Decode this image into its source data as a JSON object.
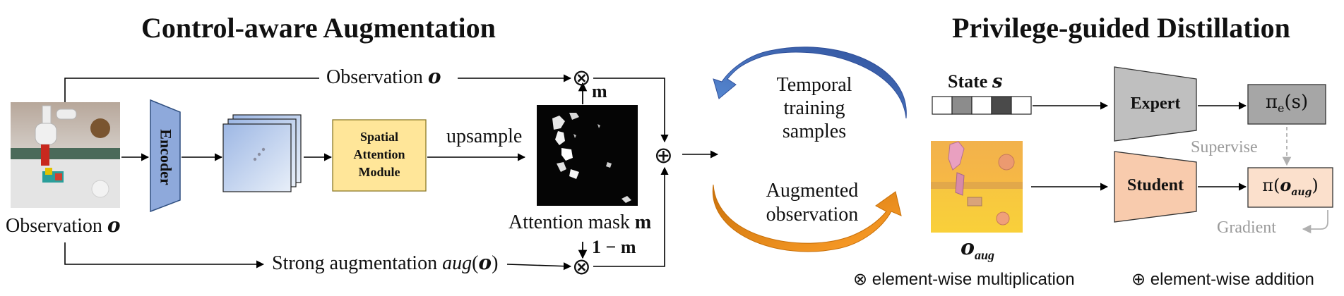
{
  "left_title": "Control-aware Augmentation",
  "right_title": "Privilege-guided Distillation",
  "left": {
    "observation_top": "Observation",
    "observation_top_var": "o",
    "observation_bottom": "Observation",
    "observation_bottom_var": "o",
    "encoder": "Encoder",
    "spatial_attention_lines": [
      "Spatial",
      "Attention",
      "Module"
    ],
    "upsample": "upsample",
    "m_top": "m",
    "attention_mask": "Attention mask",
    "attention_mask_var": "m",
    "one_minus_m": "1 − m",
    "strong_aug": "Strong augmentation",
    "strong_aug_fn": "aug",
    "strong_aug_open": "(",
    "strong_aug_var": "o",
    "strong_aug_close": ")",
    "multiply_symbol": "⊗",
    "add_symbol": "⊕"
  },
  "middle": {
    "temporal_lines": [
      "Temporal",
      "training",
      "samples"
    ],
    "augmented_lines": [
      "Augmented",
      "observation"
    ]
  },
  "right": {
    "state_label": "State",
    "state_var": "s",
    "o_aug_base": "o",
    "o_aug_sub": "aug",
    "expert": "Expert",
    "student": "Student",
    "pi_e_prefix": "π",
    "pi_e_sub": "e",
    "pi_e_suffix": "(s)",
    "pi_prefix": "π(",
    "pi_var": "o",
    "pi_sub": "aug",
    "pi_suffix": ")",
    "supervise": "Supervise",
    "gradient": "Gradient"
  },
  "legend": {
    "multiply": "⊗ element-wise multiplication",
    "add": "⊕ element-wise addition"
  },
  "colors": {
    "encoder_fill": "#8ea9db",
    "sam_fill": "#ffe699",
    "expert_fill": "#bfbfbf",
    "student_fill": "#f8cbad",
    "pi_e_fill": "#a6a6a6",
    "pi_fill": "#fbe0cc",
    "blue_arrow": "#4472c4",
    "orange_arrow": "#ed8b00",
    "grey_text": "#9a9a9a"
  }
}
